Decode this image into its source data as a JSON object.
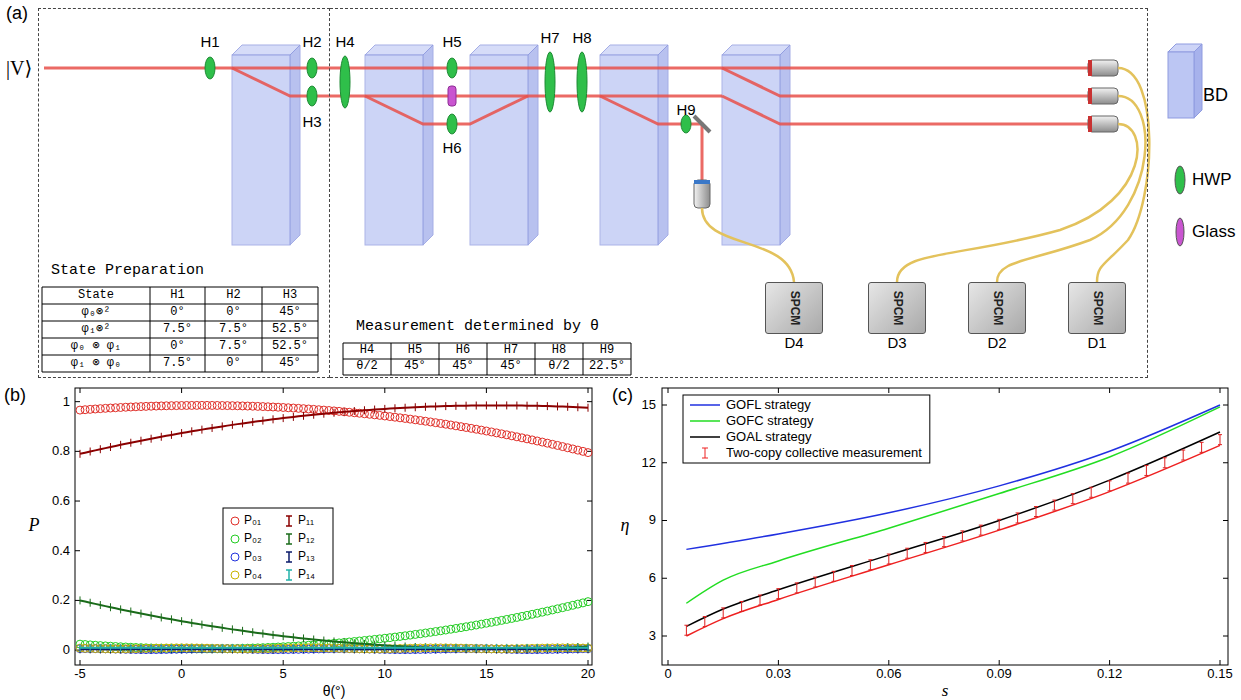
{
  "diagram": {
    "nodes": [
      {
        "text": [
          "State Preparation"
        ]
      },
      {
        "text": [
          "Measurement determined by θ"
        ]
      },
      {
        "text": [
          "SPCM",
          "D4"
        ]
      },
      {
        "text": [
          "SPCM",
          "D3"
        ]
      },
      {
        "text": [
          "SPCM",
          "D2"
        ]
      },
      {
        "text": [
          "SPCM",
          "D1"
        ]
      }
    ],
    "labels": [
      "(a)",
      "|V⟩",
      "H1",
      "H2",
      "H3",
      "H4",
      "H5",
      "H6",
      "H7",
      "H8",
      "H9",
      "State",
      "H1",
      "H2",
      "H3",
      "φ₀⊗²",
      "0°",
      "0°",
      "45°",
      "φ₁⊗²",
      "7.5°",
      "7.5°",
      "52.5°",
      "φ₀ ⊗ φ₁",
      "0°",
      "7.5°",
      "52.5°",
      "φ₁ ⊗ φ₀",
      "7.5°",
      "0°",
      "45°",
      "H4",
      "H5",
      "H6",
      "H7",
      "H8",
      "H9",
      "θ/2",
      "45°",
      "45°",
      "45°",
      "θ/2",
      "22.5°",
      "(b)",
      "(c)",
      "0",
      "0.2",
      "0.4",
      "0.6",
      "0.8",
      "1",
      "-5",
      "0",
      "5",
      "10",
      "15",
      "20",
      "P",
      "θ(°)",
      "3",
      "6",
      "9",
      "12",
      "15",
      "0",
      "0.03",
      "0.06",
      "0.09",
      "0.12",
      "0.15",
      "η",
      "s"
    ],
    "legend": [
      {
        "text": "BD"
      },
      {
        "text": "HWP",
        "color": "#2fbf4a"
      },
      {
        "text": "Glass",
        "color": "#c955d0"
      },
      {
        "text": "P₀₁"
      },
      {
        "text": "P₀₂"
      },
      {
        "text": "P₀₃"
      },
      {
        "text": "P₀₄"
      },
      {
        "text": "P₁₁"
      },
      {
        "text": "P₁₂"
      },
      {
        "text": "P₁₃"
      },
      {
        "text": "P₁₄"
      },
      {
        "text": "GOFL strategy"
      },
      {
        "text": "GOFC strategy"
      },
      {
        "text": "GOAL strategy"
      },
      {
        "text": "Two-copy collective measurement"
      }
    ]
  }
}
